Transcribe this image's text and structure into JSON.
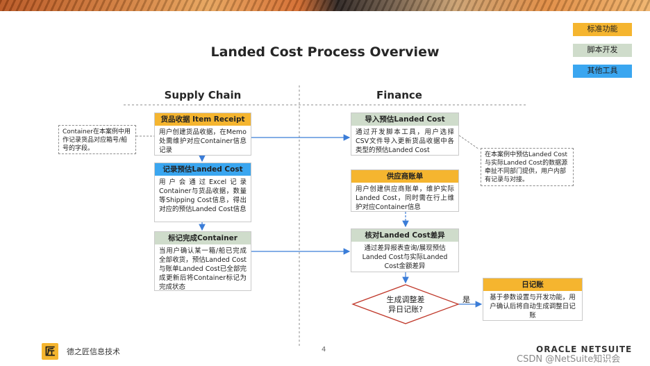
{
  "title": "Landed Cost Process Overview",
  "columns": {
    "left": "Supply Chain",
    "right": "Finance"
  },
  "legend": [
    {
      "label": "标准功能",
      "color": "#f5b52f"
    },
    {
      "label": "脚本开发",
      "color": "#cfdccb"
    },
    {
      "label": "其他工具",
      "color": "#3aa6f0"
    }
  ],
  "boxes": {
    "item_receipt": {
      "title": "货品收据  Item Receipt",
      "body": "用户创建货品收据，在Memo处需维护对应Container信息记录"
    },
    "record_estimate": {
      "title": "记录预估Landed Cost",
      "body": "用户会通过Excel记录Container与货品收据，数量等Shipping Cost信息，得出对应的预估Landed Cost信息"
    },
    "mark_complete": {
      "title": "标记完成Container",
      "body": "当用户确认某一箱/船已完成全部收货，预估Landed Cost与账单Landed Cost已全部完成更新后将Container标记为完成状态"
    },
    "import_estimate": {
      "title": "导入预估Landed Cost",
      "body": "通过开发脚本工具，用户选择CSV文件导入更新货品收据中各类型的预估Landed Cost"
    },
    "vendor_bill": {
      "title": "供应商账单",
      "body": "用户创建供应商账单，维护实际Landed Cost，同时需在行上维护对应Container信息"
    },
    "reconcile": {
      "title": "核对Landed Cost差异",
      "body": "通过差异报表查询/展现预估Landed Cost与实际Landed Cost金额差异"
    },
    "journal": {
      "title": "日记账",
      "body": "基于参数设置与开发功能，用户确认后将自动生成调整日记账"
    }
  },
  "decision": {
    "line1": "生成调整差",
    "line2": "异日记账?"
  },
  "yes_label": "是",
  "notes": {
    "left": "Container在本案例中用作记录货品对应箱号/船号的字段。",
    "right": "在本案例中预估Landed Cost与实际Landed Cost的数据源牵扯不同部门提供，用户内部有记录与对接。"
  },
  "footer": {
    "company": "德之匠信息技术",
    "logo_char": "匠",
    "page_number": "4",
    "brand": "ORACLE NETSUITE",
    "watermark": "CSDN @NetSuite知识会"
  },
  "colors": {
    "line": "#3b7dd8",
    "dashed": "#8c8c8c",
    "decision_border": "#c0392b"
  }
}
